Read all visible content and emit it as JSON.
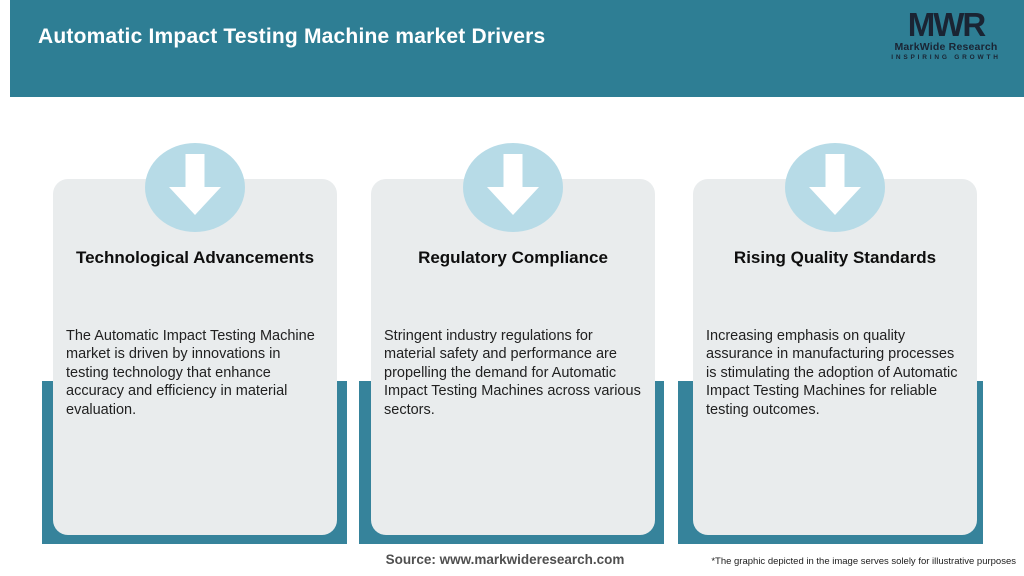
{
  "colors": {
    "header_bg": "#2E7E94",
    "header_text": "#FFFFFF",
    "tray": "#36839B",
    "card_bg": "#E9ECED",
    "circle": "#B7DBE7",
    "arrow": "#FFFFFF",
    "title_text": "#0E0E0E",
    "body_text": "#212121",
    "logo_text": "#1A2433",
    "source_text": "#4F4F4F",
    "disclaimer_text": "#1C1C1C"
  },
  "header": {
    "title": "Automatic Impact Testing Machine market Drivers",
    "logo": {
      "monogram": "MWR",
      "name": "MarkWide Research",
      "tagline": "INSPIRING GROWTH"
    }
  },
  "cards": [
    {
      "title": "Technological Advancements",
      "body": "The Automatic Impact Testing Machine market is driven by innovations in testing technology that enhance accuracy and efficiency in material evaluation."
    },
    {
      "title": "Regulatory Compliance",
      "body": "Stringent industry regulations for material safety and performance are propelling the demand for Automatic Impact Testing Machines across various sectors."
    },
    {
      "title": "Rising Quality Standards",
      "body": "Increasing emphasis on quality assurance in manufacturing processes is stimulating the adoption of Automatic Impact Testing Machines for reliable testing outcomes."
    }
  ],
  "footer": {
    "source": "Source: www.markwideresearch.com",
    "disclaimer": "*The graphic depicted in the image serves solely for illustrative purposes"
  }
}
